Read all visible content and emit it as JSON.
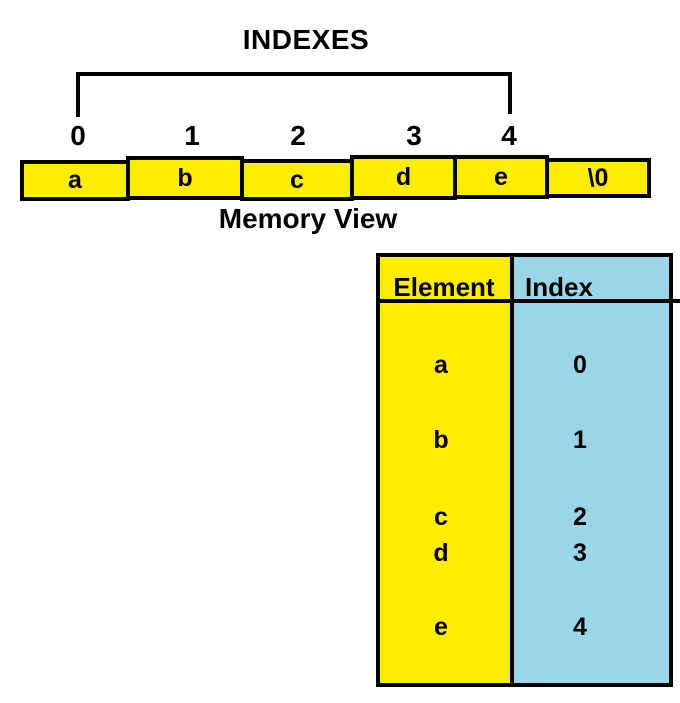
{
  "title": "INDEXES",
  "memory_label": "Memory View",
  "indexes": [
    "0",
    "1",
    "2",
    "3",
    "4"
  ],
  "array_cells": [
    {
      "char": "a"
    },
    {
      "char": "b"
    },
    {
      "char": "c"
    },
    {
      "char": "d"
    },
    {
      "char": "e"
    },
    {
      "char": "\\0"
    }
  ],
  "table": {
    "header": {
      "element": "Element",
      "index": "Index"
    },
    "rows": [
      {
        "element": "a",
        "index": "0"
      },
      {
        "element": "b",
        "index": "1"
      },
      {
        "element": "c",
        "index": "2"
      },
      {
        "element": "d",
        "index": "3"
      },
      {
        "element": "e",
        "index": "4"
      }
    ]
  },
  "colors": {
    "array_cell_yellow": "#FFED00",
    "index_column_blue": "#9AD6E8",
    "line_black": "#000000",
    "background_white": "#FFFFFF"
  }
}
